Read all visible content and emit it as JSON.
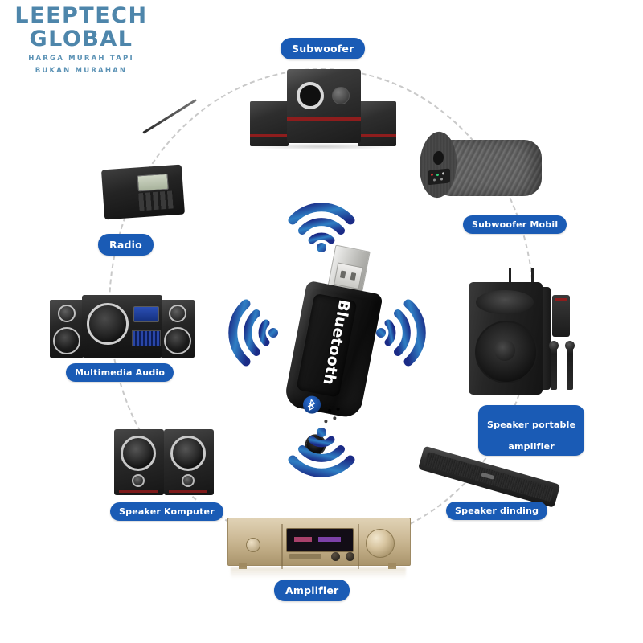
{
  "brand": {
    "name_line1": "LEEPTECH",
    "name_line2": "GLOBAL",
    "tagline_line1": "HARGA MURAH TAPI",
    "tagline_line2": "BUKAN MURAHAN",
    "color": "#4e86ab"
  },
  "theme": {
    "label_bg": "#1a5bb5",
    "label_text": "#ffffff",
    "signal_color_dark": "#1f2f8a",
    "signal_color_light": "#2f8fd0",
    "orbit_color": "#c9c9c9",
    "background": "#ffffff"
  },
  "center_device": {
    "name": "Bluetooth USB Audio Receiver Dongle",
    "body_text": "Bluetooth",
    "badge_icon": "bluetooth-icon",
    "badge_glyph": "ᛦ"
  },
  "signals": [
    {
      "id": "signal-up",
      "direction": "up",
      "icon": "wireless-signal-icon"
    },
    {
      "id": "signal-left",
      "direction": "left",
      "icon": "wireless-signal-icon"
    },
    {
      "id": "signal-right",
      "direction": "right",
      "icon": "wireless-signal-icon"
    },
    {
      "id": "signal-down",
      "direction": "down",
      "icon": "wireless-signal-icon"
    }
  ],
  "devices": [
    {
      "id": "subwoofer",
      "label": "Subwoofer",
      "position": "top",
      "image_desc": "Black 2.1 multimedia subwoofer system with two satellite speakers and red accent stripes"
    },
    {
      "id": "subwoofer-mobil",
      "label": "Subwoofer Mobil",
      "position": "top-right",
      "image_desc": "Grey carpeted tube car subwoofer enclosure with built-in amplifier panel"
    },
    {
      "id": "speaker-portable-amplifier",
      "label": "Speaker portable amplifier",
      "label_line1": "Speaker portable",
      "label_line2": "amplifier",
      "position": "right",
      "image_desc": "Black portable trolley PA speaker with remote control and two wireless microphones"
    },
    {
      "id": "speaker-dinding",
      "label": "Speaker dinding",
      "position": "bottom-right",
      "image_desc": "Black wall-mount soundbar"
    },
    {
      "id": "amplifier",
      "label": "Amplifier",
      "position": "bottom",
      "image_desc": "Champagne gold hi-fi stereo amplifier receiver with large volume knob and display"
    },
    {
      "id": "speaker-komputer",
      "label": "Speaker Komputer",
      "position": "bottom-left",
      "image_desc": "Pair of black 2.0 computer desktop speakers with silver driver rings"
    },
    {
      "id": "multimedia-audio",
      "label": "Multimedia Audio",
      "position": "left",
      "image_desc": "Black mini hi-fi multimedia audio system with blue LCD and two speakers"
    },
    {
      "id": "radio",
      "label": "Radio",
      "position": "top-left",
      "image_desc": "Black portable AM/FM world band radio with telescopic antenna and LCD"
    }
  ]
}
